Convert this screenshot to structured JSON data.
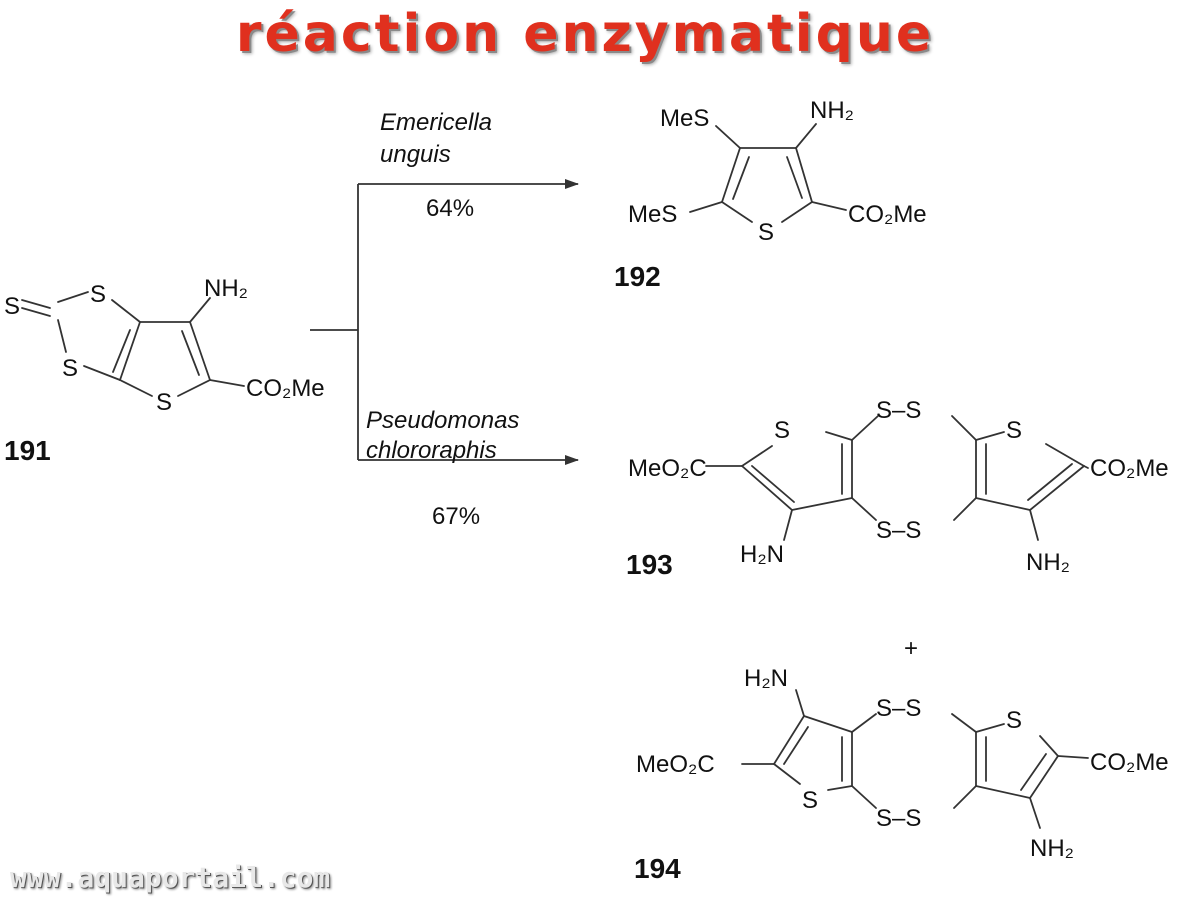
{
  "title": "réaction enzymatique",
  "watermark": "www.aquaportail.com",
  "colors": {
    "title": "#e0301e",
    "watermark": "#e8e8e8"
  },
  "compounds": {
    "c191": {
      "number": "191",
      "nh2": "NH₂",
      "ester": "CO₂Me",
      "thione_s": "S",
      "ring_s1": "S",
      "ring_s2": "S",
      "thio_s": "S"
    },
    "c192": {
      "number": "192",
      "mes_top": "MeS",
      "mes_left": "MeS",
      "nh2": "NH₂",
      "ester": "CO₂Me",
      "ring_s": "S"
    },
    "c193": {
      "number": "193",
      "ester_left": "MeO₂C",
      "ester_right": "CO₂Me",
      "nh2_left": "H₂N",
      "nh2_right": "NH₂",
      "ring_s_left": "S",
      "ring_s_right": "S",
      "ss_top": "S–S",
      "ss_bottom": "S–S"
    },
    "c194": {
      "number": "194",
      "plus": "+",
      "ester_left": "MeO₂C",
      "ester_right": "CO₂Me",
      "nh2_left": "H₂N",
      "nh2_right": "NH₂",
      "ring_s_left": "S",
      "ring_s_right": "S",
      "ss_top": "S–S",
      "ss_bottom": "S–S"
    }
  },
  "reactions": [
    {
      "organism_line1": "Emericella",
      "organism_line2": "unguis",
      "yield": "64%"
    },
    {
      "organism_line1": "Pseudomonas",
      "organism_line2": "chlororaphis",
      "yield": "67%"
    }
  ]
}
